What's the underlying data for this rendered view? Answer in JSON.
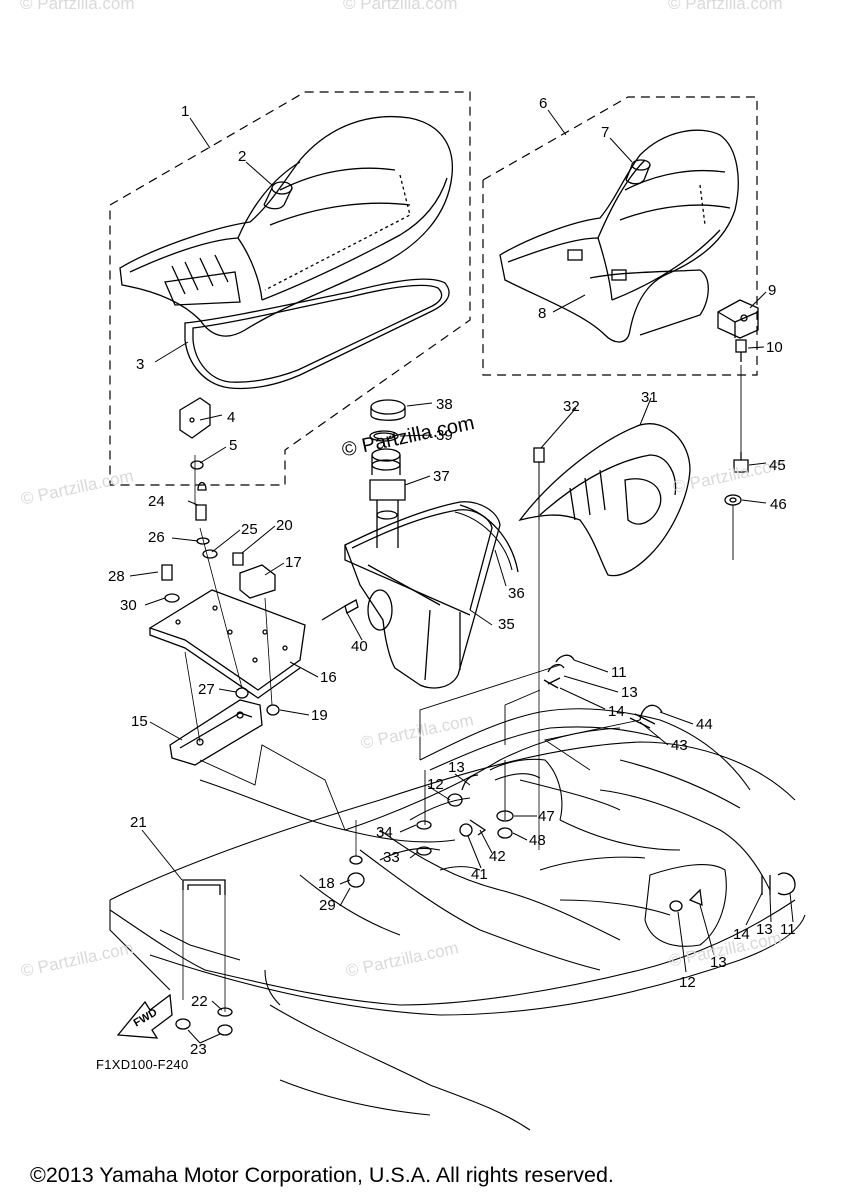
{
  "watermark": {
    "top_left": "© Partzilla.com",
    "top_center": "© Partzilla.com",
    "top_right": "© Partzilla.com",
    "left_mid": "© Partzilla.com",
    "right_mid": "© Partzilla.com",
    "center": "© Partzilla.com",
    "bottom_left": "© Partzilla.com",
    "bottom_center": "© Partzilla.com",
    "bottom_mid": "© Partzilla.com",
    "bottom_right": "© Partzilla.com"
  },
  "callouts": {
    "c1": "1",
    "c2": "2",
    "c3": "3",
    "c4": "4",
    "c5": "5",
    "c6": "6",
    "c7": "7",
    "c8": "8",
    "c9": "9",
    "c10": "10",
    "c11a": "11",
    "c11b": "11",
    "c12a": "12",
    "c12b": "12",
    "c13a": "13",
    "c13b": "13",
    "c13c": "13",
    "c13d": "13",
    "c14a": "14",
    "c14b": "14",
    "c15": "15",
    "c16": "16",
    "c17": "17",
    "c18": "18",
    "c19": "19",
    "c20": "20",
    "c21": "21",
    "c22": "22",
    "c23": "23",
    "c24": "24",
    "c25": "25",
    "c26": "26",
    "c27": "27",
    "c28": "28",
    "c29": "29",
    "c30": "30",
    "c31": "31",
    "c32": "32",
    "c33": "33",
    "c34": "34",
    "c35": "35",
    "c36": "36",
    "c37": "37",
    "c38": "38",
    "c39": "39",
    "c40": "40",
    "c41": "41",
    "c42": "42",
    "c43": "43",
    "c44": "44",
    "c45": "45",
    "c46": "46",
    "c47": "47",
    "c48": "48"
  },
  "diagram_code": "F1XD100-F240",
  "fwd_label": "FWD",
  "copyright": "©2013 Yamaha Motor Corporation, U.S.A. All rights reserved."
}
